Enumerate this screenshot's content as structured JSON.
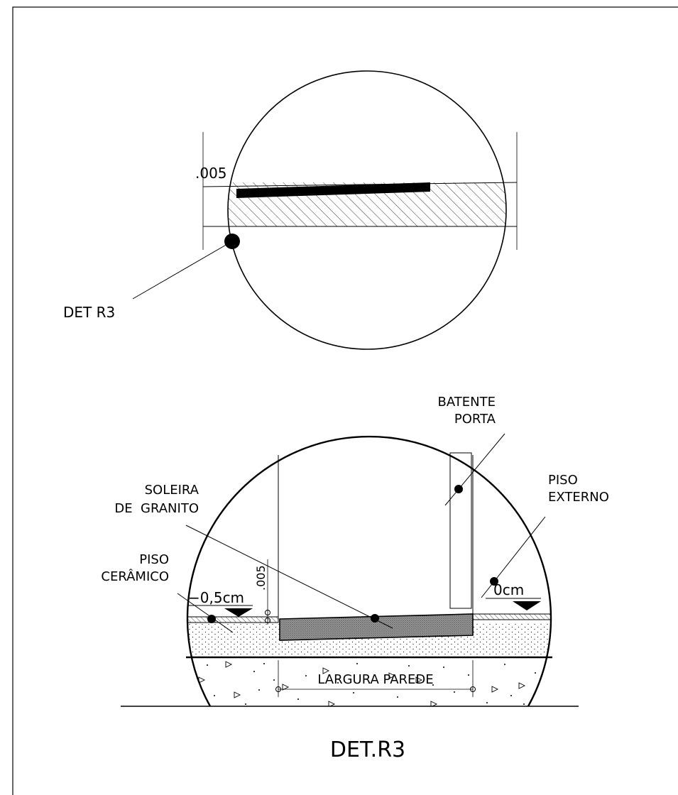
{
  "detail_top": {
    "dimension": ".005",
    "callout": "DET R3"
  },
  "detail_bottom": {
    "batente": [
      "BATENTE",
      "PORTA"
    ],
    "soleira": [
      "SOLEIRA",
      "DE  GRANITO"
    ],
    "piso_externo": [
      "PISO",
      "EXTERNO"
    ],
    "piso_ceramico": [
      "PISO",
      "CERÂMICO"
    ],
    "level_left": "−0,5cm",
    "level_right": "0cm",
    "dimension": ".005",
    "width_label": "LARGURA PAREDE"
  },
  "title": "DET.R3"
}
